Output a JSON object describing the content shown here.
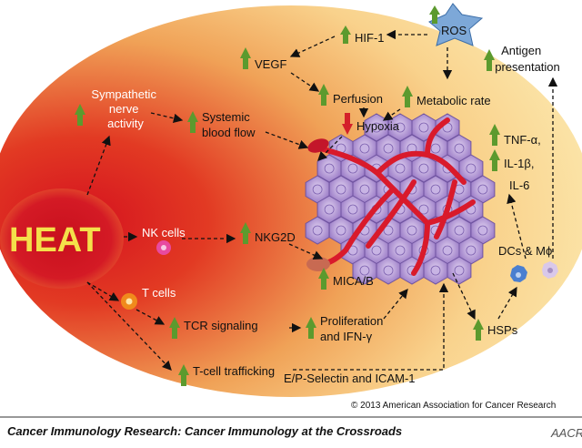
{
  "labels": {
    "heat": "HEAT",
    "ros": "ROS",
    "hif1": "HIF-1",
    "vegf": "VEGF",
    "antigen_1": "Antigen",
    "antigen_2": "presentation",
    "perfusion": "Perfusion",
    "metabolic_rate": "Metabolic rate",
    "hypoxia": "Hypoxia",
    "sympathetic_1": "Sympathetic",
    "sympathetic_2": "nerve",
    "sympathetic_3": "activity",
    "blood_flow_1": "Systemic",
    "blood_flow_2": "blood flow",
    "tnf": "TNF-α,",
    "il1": "IL-1β,",
    "il6": "IL-6",
    "nk_cells": "NK cells",
    "nkg2d": "NKG2D",
    "dcs_macrophages": "DCs & Mϕ",
    "micab": "MICA/B",
    "t_cells": "T cells",
    "tcr": "TCR signaling",
    "proliferation_1": "Proliferation",
    "proliferation_2": "and IFN-γ",
    "hsps": "HSPs",
    "trafficking": "T-cell trafficking",
    "selectin": "E/P-Selectin and ICAM-1",
    "copyright": "© 2013 American Association for Cancer Research"
  },
  "footer": {
    "journal": "Cancer Immunology Research: Cancer Immunology at the Crossroads",
    "logo": "AACR"
  },
  "colors": {
    "up_arrow": "#5c9a2e",
    "down_arrow": "#d4202a",
    "heat_text": "#f4e04a",
    "vessel": "#d91a2b",
    "tumor_cell": "#9b7cc7"
  }
}
